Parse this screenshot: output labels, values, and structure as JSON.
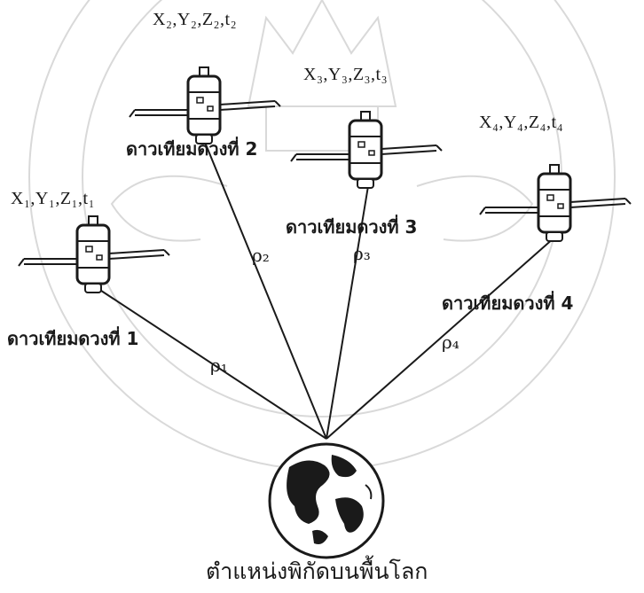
{
  "satellites": [
    {
      "id": 1,
      "coord": "X₁,Y₁,Z₁,t₁",
      "name": "ดาวเทียมดวงที่ 1",
      "range": "ρ₁"
    },
    {
      "id": 2,
      "coord": "X₂,Y₂,Z₂,t₂",
      "name": "ดาวเทียมดวงที่ 2",
      "range": "ρ₂"
    },
    {
      "id": 3,
      "coord": "X₃,Y₃,Z₃,t₃",
      "name": "ดาวเทียมดวงที่ 3",
      "range": "ρ₃"
    },
    {
      "id": 4,
      "coord": "X₄,Y₄,Z₄,t₄",
      "name": "ดาวเทียมดวงที่ 4",
      "range": "ρ₄"
    }
  ],
  "caption": "ตำแหน่งพิกัดบนพื้นโลก",
  "colors": {
    "ink": "#1a1a1a",
    "watermark": "#d9d9d9"
  },
  "icons": {
    "satellite": "satellite-icon",
    "earth": "earth-globe-icon",
    "watermark": "university-seal-watermark"
  }
}
